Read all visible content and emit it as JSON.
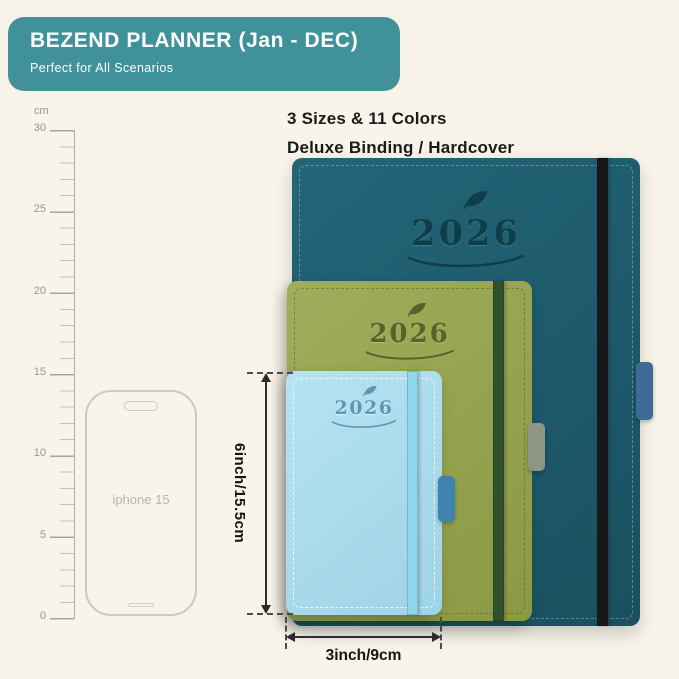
{
  "banner": {
    "title": "BEZEND PLANNER (Jan - DEC)",
    "subtitle": "Perfect for All Scenarios",
    "bg_color": "#41919b",
    "text_color": "#ffffff"
  },
  "headline": {
    "line1": "3 Sizes & 11 Colors",
    "line2": "Deluxe Binding / Hardcover"
  },
  "ruler": {
    "unit": "cm",
    "ticks": [
      "30",
      "25",
      "20",
      "15",
      "10",
      "5",
      "0"
    ]
  },
  "phone": {
    "label": "iphone 15"
  },
  "planners": {
    "large": {
      "year": "2026",
      "cover_color": "#1d5b69",
      "band_color": "#181818",
      "loop_color": "#3d6b97"
    },
    "medium": {
      "year": "2026",
      "cover_color": "#93a14e",
      "band_color": "#31502e",
      "loop_color": "#8f9584"
    },
    "small": {
      "year": "2026",
      "cover_color": "#a9dbec",
      "band_color": "#8ed7ec",
      "loop_color": "#3f84ac"
    }
  },
  "dimensions": {
    "height_label": "6inch/15.5cm",
    "width_label": "3inch/9cm"
  },
  "background_color": "#f8f4ea"
}
